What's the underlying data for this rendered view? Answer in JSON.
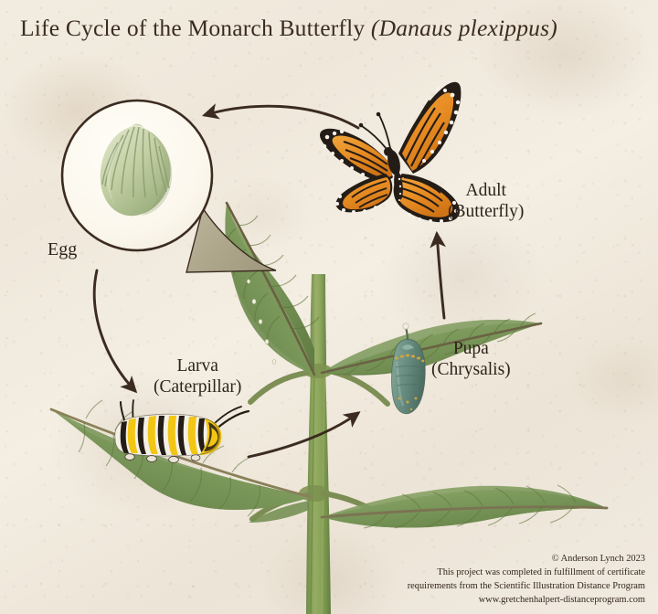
{
  "title": {
    "main": "Life Cycle of the Monarch Butterfly ",
    "species": "(Danaus plexippus)"
  },
  "stages": [
    {
      "id": "egg",
      "label": "Egg",
      "sublabel": ""
    },
    {
      "id": "larva",
      "label": "Larva",
      "sublabel": "(Caterpillar)"
    },
    {
      "id": "pupa",
      "label": "Pupa",
      "sublabel": "(Chrysalis)"
    },
    {
      "id": "adult",
      "label": "Adult",
      "sublabel": "(Butterfly)"
    }
  ],
  "credits": {
    "line1": "© Anderson Lynch 2023",
    "line2": "This project was completed in fulfillment of certificate",
    "line3": "requirements from the Scientific Illustration Distance Program",
    "line4": "www.gretchenhalpert-distanceprogram.com"
  },
  "colors": {
    "paper": "#f1eade",
    "ink": "#3b2c20",
    "arrow": "#3b2b20",
    "leaf_green": "#7d9a5c",
    "leaf_dark": "#566d38",
    "stem_green": "#7f9a52",
    "egg_green": "#b9c79c",
    "chrysalis_green": "#6e9287",
    "chrysalis_gold": "#d3a43c",
    "monarch_orange": "#e8912c",
    "monarch_black": "#241c16",
    "monarch_white": "#f6f2ea",
    "caterpillar_yellow": "#f2c613",
    "magnifier_cone": "#aea78d"
  },
  "elements": {
    "magnifier": "egg-magnifier-circle",
    "cone": "magnifier-cone",
    "plant": "milkweed-plant",
    "arrows": [
      "arrow-egg-to-larva",
      "arrow-larva-to-pupa",
      "arrow-pupa-to-adult",
      "arrow-adult-to-egg"
    ]
  }
}
